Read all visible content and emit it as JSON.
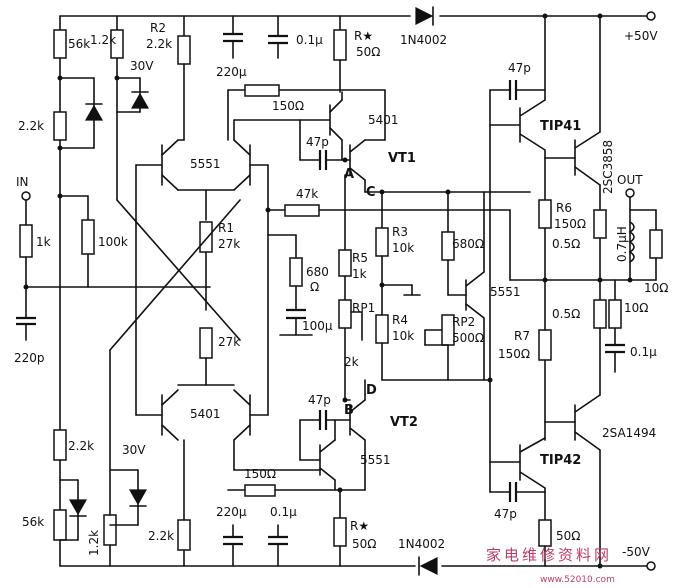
{
  "rails": {
    "positive_label": "+50V",
    "negative_label": "-50V"
  },
  "terminals": {
    "input_label": "IN",
    "output_label": "OUT"
  },
  "nodes": {
    "a": "A",
    "b": "B",
    "c": "C",
    "d": "D"
  },
  "components": {
    "r_56k_top": "56k",
    "r_12k_top": "1.2k",
    "r2": "R2",
    "r2_value": "2.2k",
    "zener_30v_top": "30V",
    "cap_220u_top": "220μ",
    "cap_01u_top": "0.1μ",
    "r_star_top": "R★",
    "r_star_top_value": "50Ω",
    "diode_top": "1N4002",
    "r_22k_left": "2.2k",
    "cap_47p_1": "47p",
    "r_150_top": "150Ω",
    "q_5401_top": "5401",
    "vt1": "VT1",
    "cap_47p_2": "47p",
    "q_5551_left": "5551",
    "r1": "R1",
    "r1_value": "27k",
    "r_47k": "47k",
    "r_1k_in": "1k",
    "r_100k": "100k",
    "cap_220p": "220p",
    "r_680": "680",
    "r_680_unit": "Ω",
    "cap_100u": "100μ",
    "r5": "R5",
    "r5_value": "1k",
    "rp1": "RP1",
    "rp1_value": "2k",
    "r3": "R3",
    "r3_value": "10k",
    "r4": "R4",
    "r4_value": "10k",
    "r_680_2": "680Ω",
    "q_5551_bias": "5551",
    "rp2": "RP2",
    "rp2_value": "500Ω",
    "tip41": "TIP41",
    "q_2sc3858": "2SC3858",
    "r6": "R6",
    "r6_value": "150Ω",
    "r_05_top": "0.5Ω",
    "inductor": "0.7μH",
    "r_10_out": "10Ω",
    "r_27k_lower": "27k",
    "r_05_bottom": "0.5Ω",
    "r_10_zobel": "10Ω",
    "cap_01u_zobel": "0.1μ",
    "r7": "R7",
    "r7_value": "150Ω",
    "q_5401_left": "5401",
    "cap_47p_3": "47p",
    "vt2": "VT2",
    "q_2sa1494": "2SA1494",
    "r_22k_left_bot": "2.2k",
    "zener_30v_bot": "30V",
    "r_150_bot": "150Ω",
    "q_5551_bot": "5551",
    "tip42": "TIP42",
    "r_56k_bot": "56k",
    "r_12k_bot": "1.2k",
    "r_22k_bot": "2.2k",
    "cap_220u_bot": "220μ",
    "cap_01u_bot": "0.1μ",
    "r_star_bot": "R★",
    "r_star_bot_value": "50Ω",
    "diode_bot": "1N4002",
    "cap_47p_4": "47p",
    "r_50_bot": "50Ω"
  },
  "watermark": {
    "text": "家电维修资料网",
    "url": "www.52010.com"
  }
}
